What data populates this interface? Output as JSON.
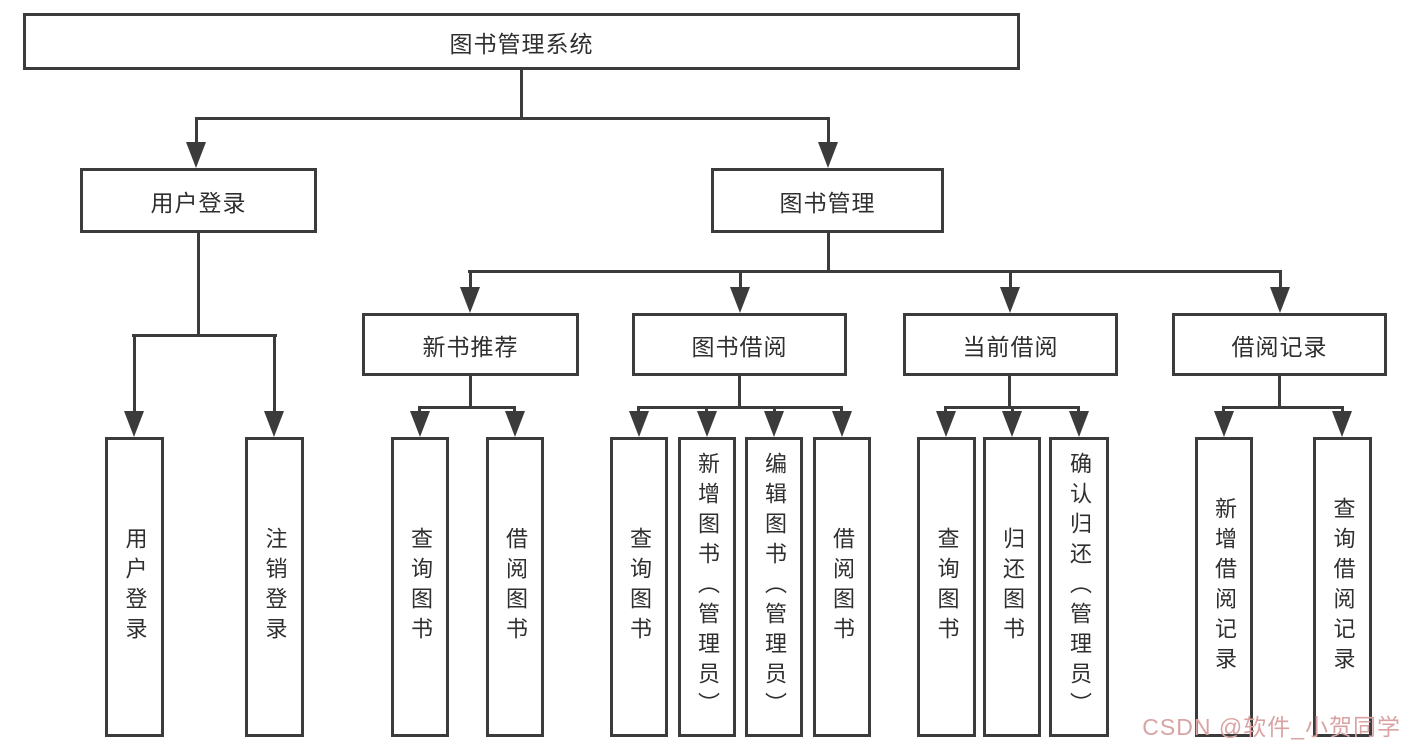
{
  "diagram": {
    "root": {
      "label": "图书管理系统"
    },
    "level2": {
      "user_login": {
        "label": "用户登录"
      },
      "book_mgmt": {
        "label": "图书管理"
      }
    },
    "level3": {
      "new_books": {
        "label": "新书推荐"
      },
      "borrowing": {
        "label": "图书借阅"
      },
      "current": {
        "label": "当前借阅"
      },
      "records": {
        "label": "借阅记录"
      }
    },
    "leaves": {
      "user": [
        "用户登录",
        "注销登录"
      ],
      "recommend": [
        "查询图书",
        "借阅图书"
      ],
      "borrow": [
        "查询图书",
        "新增图书（管理员）",
        "编辑图书（管理员）",
        "借阅图书"
      ],
      "current": [
        "查询图书",
        "归还图书",
        "确认归还（管理员）"
      ],
      "records": [
        "新增借阅记录",
        "查询借阅记录"
      ]
    }
  },
  "watermark": {
    "text": "CSDN @软件_小贺同学"
  },
  "colors": {
    "line": "#3b3b3b",
    "text": "#2f2f2f",
    "background": "#ffffff",
    "watermark": "#d9a3a3"
  }
}
